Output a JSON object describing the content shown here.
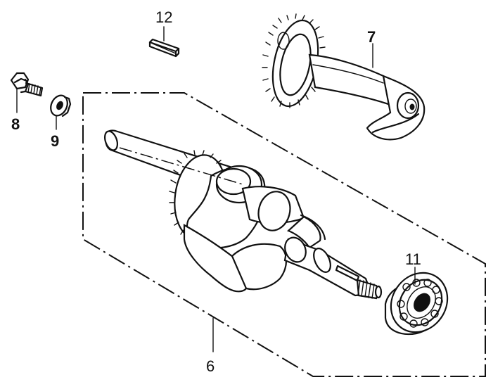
{
  "diagram": {
    "callouts": [
      {
        "id": "crankshaft",
        "label": "6"
      },
      {
        "id": "balancer",
        "label": "7"
      },
      {
        "id": "bolt",
        "label": "8"
      },
      {
        "id": "washer",
        "label": "9"
      },
      {
        "id": "bearing",
        "label": "11"
      },
      {
        "id": "key",
        "label": "12"
      }
    ],
    "colors": {
      "ink": "#111111",
      "paper": "#ffffff"
    }
  }
}
